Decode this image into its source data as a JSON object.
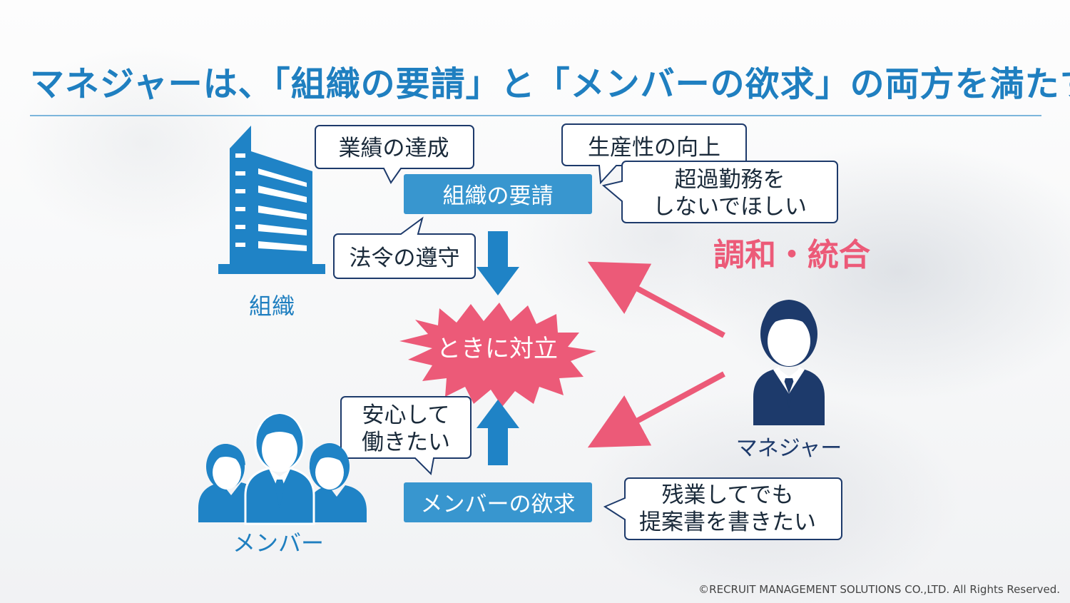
{
  "title": "マネジャーは、「組織の要請」と「メンバーの欲求」の両方を満たす",
  "organization": {
    "label": "組織",
    "request_box": "組織の要請",
    "bubbles": {
      "achievement": "業績の達成",
      "productivity": "生産性の向上",
      "overtime_line1": "超過勤務を",
      "overtime_line2": "しないでほしい",
      "compliance": "法令の遵守"
    }
  },
  "conflict": "ときに対立",
  "harmony": "調和・統合",
  "manager": {
    "label": "マネジャー"
  },
  "members": {
    "label": "メンバー",
    "desire_box": "メンバーの欲求",
    "bubbles": {
      "secure_line1": "安心して",
      "secure_line2": "働きたい",
      "proposal_line1": "残業してでも",
      "proposal_line2": "提案書を書きたい"
    }
  },
  "copyright": "©RECRUIT MANAGEMENT SOLUTIONS CO.,LTD. All Rights Reserved.",
  "colors": {
    "accent_blue": "#1f7fc0",
    "box_blue": "#3896cf",
    "navy": "#1d3a6b",
    "conflict_pink": "#ec5a78",
    "arrow_blue": "#1f83c6"
  }
}
